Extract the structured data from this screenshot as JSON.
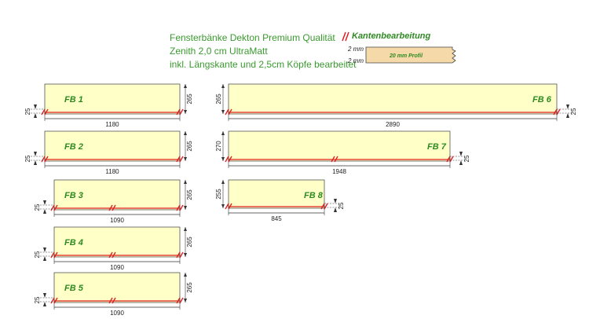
{
  "header": {
    "line1": "Fensterbänke Dekton Premium Qualität",
    "line2": "Zenith 2,0 cm UltraMatt",
    "line3": "inkl. Längskante und 2,5cm Köpfe bearbeitet"
  },
  "legend": {
    "title": "Kantenbearbeitung",
    "thickness_top": "2 mm",
    "thickness_bottom": "2 mm",
    "profile_label": "20 mm Profil"
  },
  "colors": {
    "panel_fill": "#ffffc8",
    "panel_stroke": "#555555",
    "edge_red": "#e02020",
    "label_green": "#2f8a22",
    "profile_fill": "#f5d9a8"
  },
  "panels": [
    {
      "id": "FB 1",
      "length": "1180",
      "depth": "265",
      "edge": "25"
    },
    {
      "id": "FB 2",
      "length": "1180",
      "depth": "265",
      "edge": "25"
    },
    {
      "id": "FB 3",
      "length": "1090",
      "depth": "265",
      "edge": "25"
    },
    {
      "id": "FB 4",
      "length": "1090",
      "depth": "265",
      "edge": "25"
    },
    {
      "id": "FB 5",
      "length": "1090",
      "depth": "265",
      "edge": "25"
    },
    {
      "id": "FB 6",
      "length": "2890",
      "depth": "265",
      "edge": "25"
    },
    {
      "id": "FB 7",
      "length": "1948",
      "depth": "270",
      "edge": "25"
    },
    {
      "id": "FB 8",
      "length": "845",
      "depth": "255",
      "edge": "25"
    }
  ]
}
